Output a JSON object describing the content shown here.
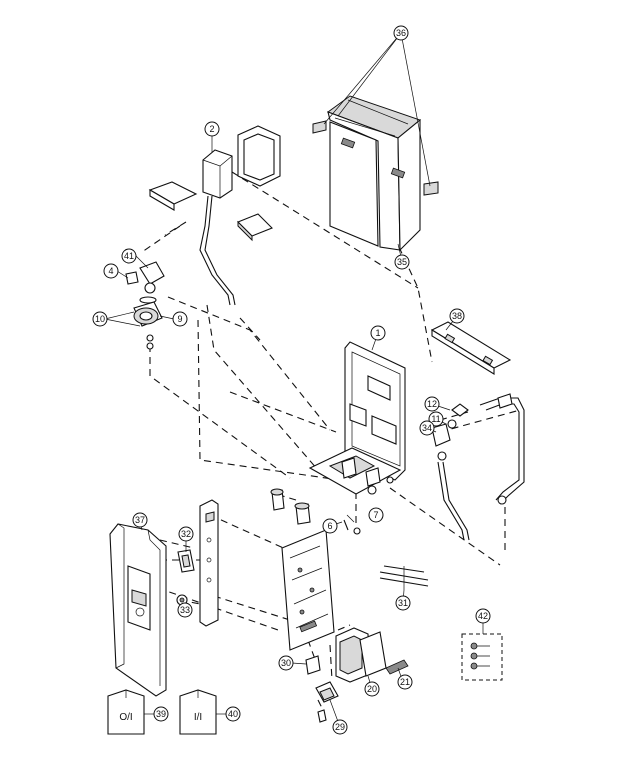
{
  "parts": {
    "p1": "1",
    "p2": "2",
    "p4": "4",
    "p6": "6",
    "p7": "7",
    "p9": "9",
    "p10": "10",
    "p11": "11",
    "p12": "12",
    "p20": "20",
    "p21": "21",
    "p29": "29",
    "p30": "30",
    "p31": "31",
    "p32": "32",
    "p33": "33",
    "p34": "34",
    "p35": "35",
    "p36": "36",
    "p37": "37",
    "p38": "38",
    "p39": "39",
    "p40": "40",
    "p41": "41",
    "p42": "42"
  },
  "booklets": {
    "operating_instructions": "O/I",
    "installation_instructions": "I/I"
  }
}
